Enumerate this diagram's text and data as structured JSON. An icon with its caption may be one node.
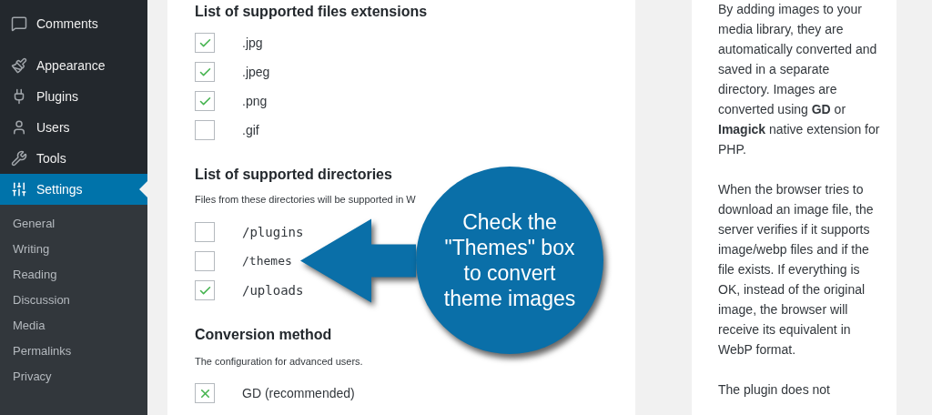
{
  "diagram": {
    "nodes": [
      {
        "text": [
          "/themes"
        ]
      },
      {
        "text": [
          "Check the \"Themes\" box to convert theme images"
        ]
      }
    ],
    "edges": [
      {
        "from": 1,
        "to": 0,
        "arrow": "to",
        "style": "thick",
        "color": "#0a6fa8"
      }
    ],
    "labels": [
      "Comments",
      "Appearance",
      "Plugins",
      "Users",
      "Tools",
      "Settings",
      "General",
      "Writing",
      "Reading",
      "Discussion",
      "Media",
      "Permalinks",
      "Privacy",
      "List of supported files extensions",
      ".jpg",
      ".jpeg",
      ".png",
      ".gif",
      "List of supported directories",
      "Files from these directories will be supported in W",
      "/plugins",
      "/uploads",
      "Conversion method",
      "The configuration for advanced users.",
      "GD (recommended)",
      "By adding images to your media library, they are automatically converted and saved in a separate directory. Images are converted using **GD** or **Imagick** native extension for PHP.",
      "When the browser tries to download an image file, the server verifies if it supports image/webp files and if the file exists. If everything is OK, instead of the original image, the browser will receive its equivalent in WebP format.",
      "The plugin does not"
    ]
  }
}
